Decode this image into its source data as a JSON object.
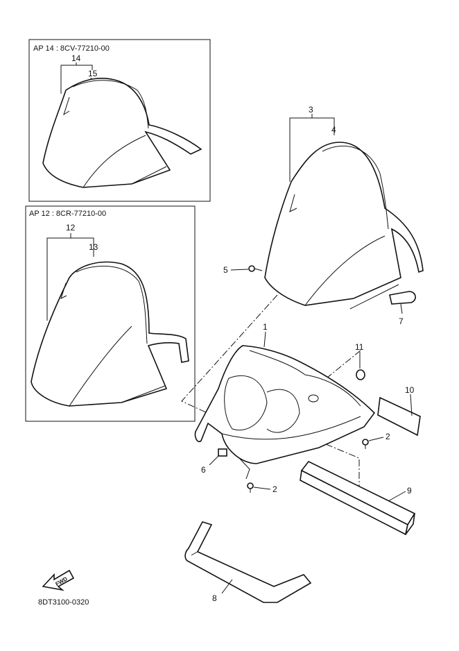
{
  "inset_top": {
    "caption": "AP  14 : 8CV-77210-00",
    "labels": [
      "14",
      "15"
    ]
  },
  "inset_bottom": {
    "caption": "AP  12 : 8CR-77210-00",
    "labels": [
      "12",
      "13"
    ]
  },
  "callouts": {
    "p1": "1",
    "p2a": "2",
    "p2b": "2",
    "p3": "3",
    "p4": "4",
    "p5": "5",
    "p6": "6",
    "p7": "7",
    "p8": "8",
    "p9": "9",
    "p10": "10",
    "p11": "11"
  },
  "fwd_label": "FWD",
  "drawing_code": "8DT3100-0320"
}
